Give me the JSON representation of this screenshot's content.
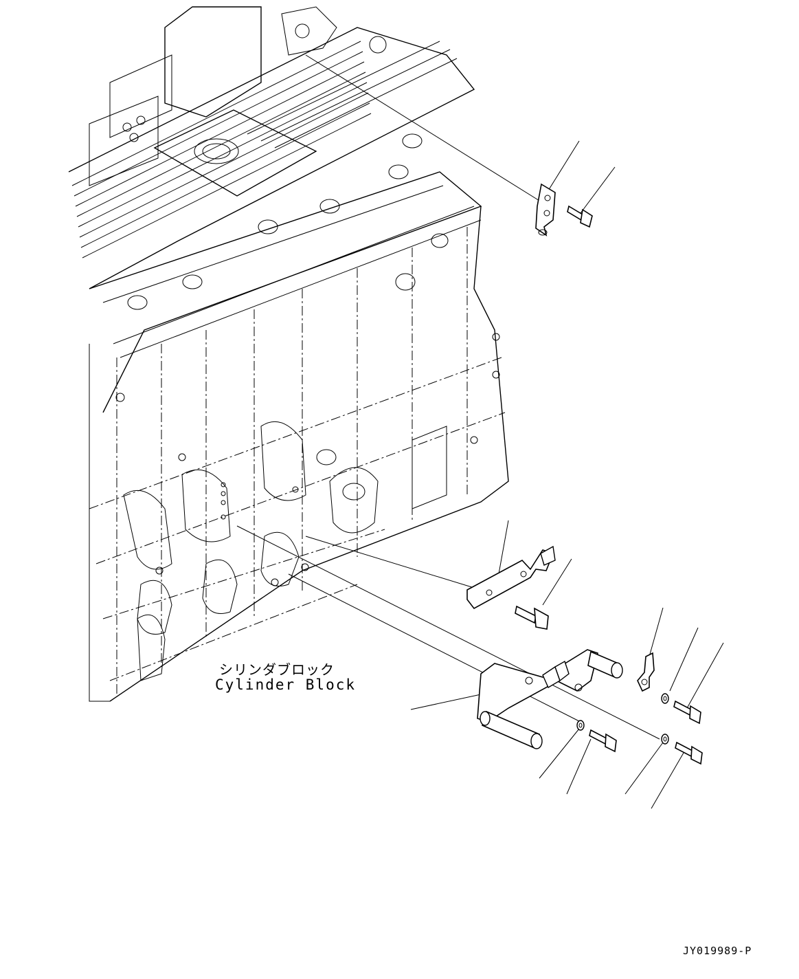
{
  "diagram": {
    "block_label_jp": "シリンダブロック",
    "block_label_en": "Cylinder Block",
    "drawing_code": "JY019989-P"
  },
  "colors": {
    "line": "#000000",
    "background": "#ffffff"
  }
}
